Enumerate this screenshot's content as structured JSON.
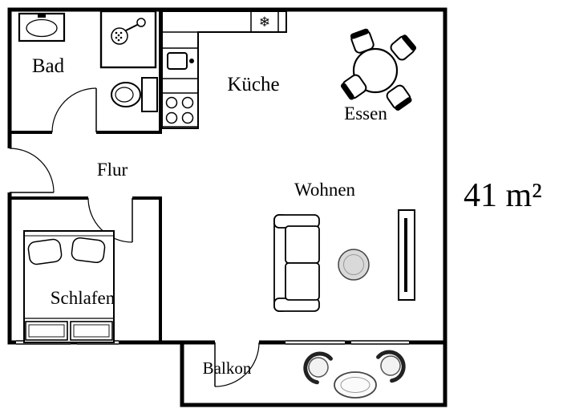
{
  "meta": {
    "type": "apartment-floor-plan"
  },
  "area": {
    "label": "41 m²"
  },
  "rooms": {
    "bad": {
      "label": "Bad"
    },
    "kueche": {
      "label": "Küche"
    },
    "essen": {
      "label": "Essen"
    },
    "flur": {
      "label": "Flur"
    },
    "wohnen": {
      "label": "Wohnen"
    },
    "schlafen": {
      "label": "Schlafen"
    },
    "balkon": {
      "label": "Balkon"
    }
  },
  "symbols": {
    "freezer": "❄"
  },
  "furniture": {
    "bathroom": [
      "washbasin",
      "shower",
      "toilet"
    ],
    "kitchen": [
      "l-shaped-counter",
      "freezer",
      "kitchen-sink",
      "stove-4-burners"
    ],
    "dining": [
      "round-table",
      "four-chairs"
    ],
    "living": [
      "sofa",
      "round-coffee-table",
      "tv-sideboard"
    ],
    "bedroom": [
      "double-bed-two-pillows"
    ],
    "balcony": [
      "two-armchairs",
      "oval-table"
    ]
  },
  "colors": {
    "wall": "#000000",
    "background": "#ffffff",
    "furniture_gray": "#d9d9d9"
  }
}
